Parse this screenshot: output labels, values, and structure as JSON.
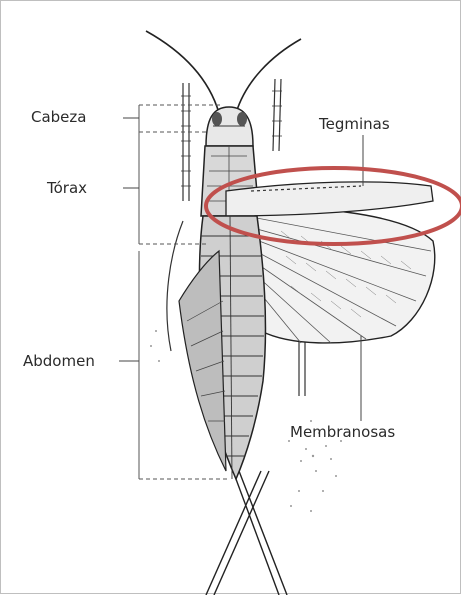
{
  "labels": {
    "cabeza": "Cabeza",
    "torax": "Tórax",
    "abdomen": "Abdomen",
    "tegminas": "Tegminas",
    "membranosas": "Membranosas"
  },
  "colors": {
    "ink": "#2b2b2b",
    "highlight": "#c0504d",
    "leader": "#444444"
  }
}
